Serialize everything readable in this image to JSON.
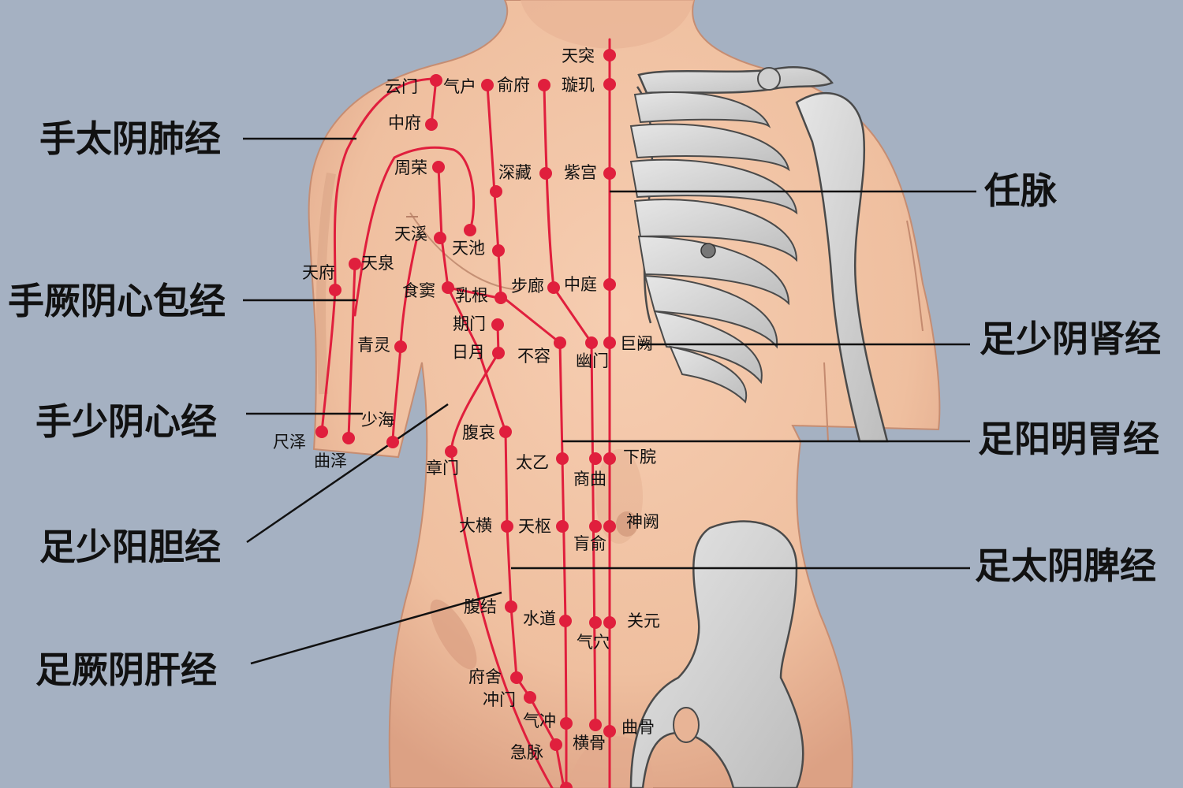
{
  "meridians": {
    "lung": "手太阴肺经",
    "pericardium": "手厥阴心包经",
    "heart": "手少阴心经",
    "gallbladder": "足少阳胆经",
    "liver": "足厥阴肝经",
    "ren": "任脉",
    "kidney": "足少阴肾经",
    "stomach": "足阳明胃经",
    "spleen": "足太阴脾经"
  },
  "points": {
    "tiantu": "天突",
    "xuanji": "璇玑",
    "yunmen": "云门",
    "qihu": "气户",
    "shufu": "俞府",
    "zhongfu": "中府",
    "zhourong": "周荣",
    "shencang": "深藏",
    "zigong": "紫宫",
    "tianxi": "天溪",
    "tianchi": "天池",
    "tianquan": "天泉",
    "tianfu": "天府",
    "shidou": "食窦",
    "rugen": "乳根",
    "bulang": "步廊",
    "zhongting": "中庭",
    "qimen": "期门",
    "qingling": "青灵",
    "riyue": "日月",
    "burong": "不容",
    "youmen": "幽门",
    "juque": "巨阙",
    "shaohai": "少海",
    "chize": "尺泽",
    "quze": "曲泽",
    "fuai": "腹哀",
    "zhangmen": "章门",
    "taiyi": "太乙",
    "shangqu": "商曲",
    "xiawan": "下脘",
    "daheng": "大横",
    "tianshu": "天枢",
    "huangshu": "肓俞",
    "shenque": "神阙",
    "fujie": "腹结",
    "shuidao": "水道",
    "qixue": "气穴",
    "guanyuan": "关元",
    "fushe": "府舍",
    "chongmen": "冲门",
    "qichong": "气冲",
    "jimai": "急脉",
    "henggu": "横骨",
    "qugu": "曲骨"
  },
  "colors": {
    "background": "#a5b1c2",
    "skin": "#f0c1a2",
    "skin_shade": "#d89c7f",
    "bone": "#d4d4d4",
    "bone_outline": "#4a4a4a",
    "meridian": "#e01f3d",
    "text": "#111111"
  }
}
